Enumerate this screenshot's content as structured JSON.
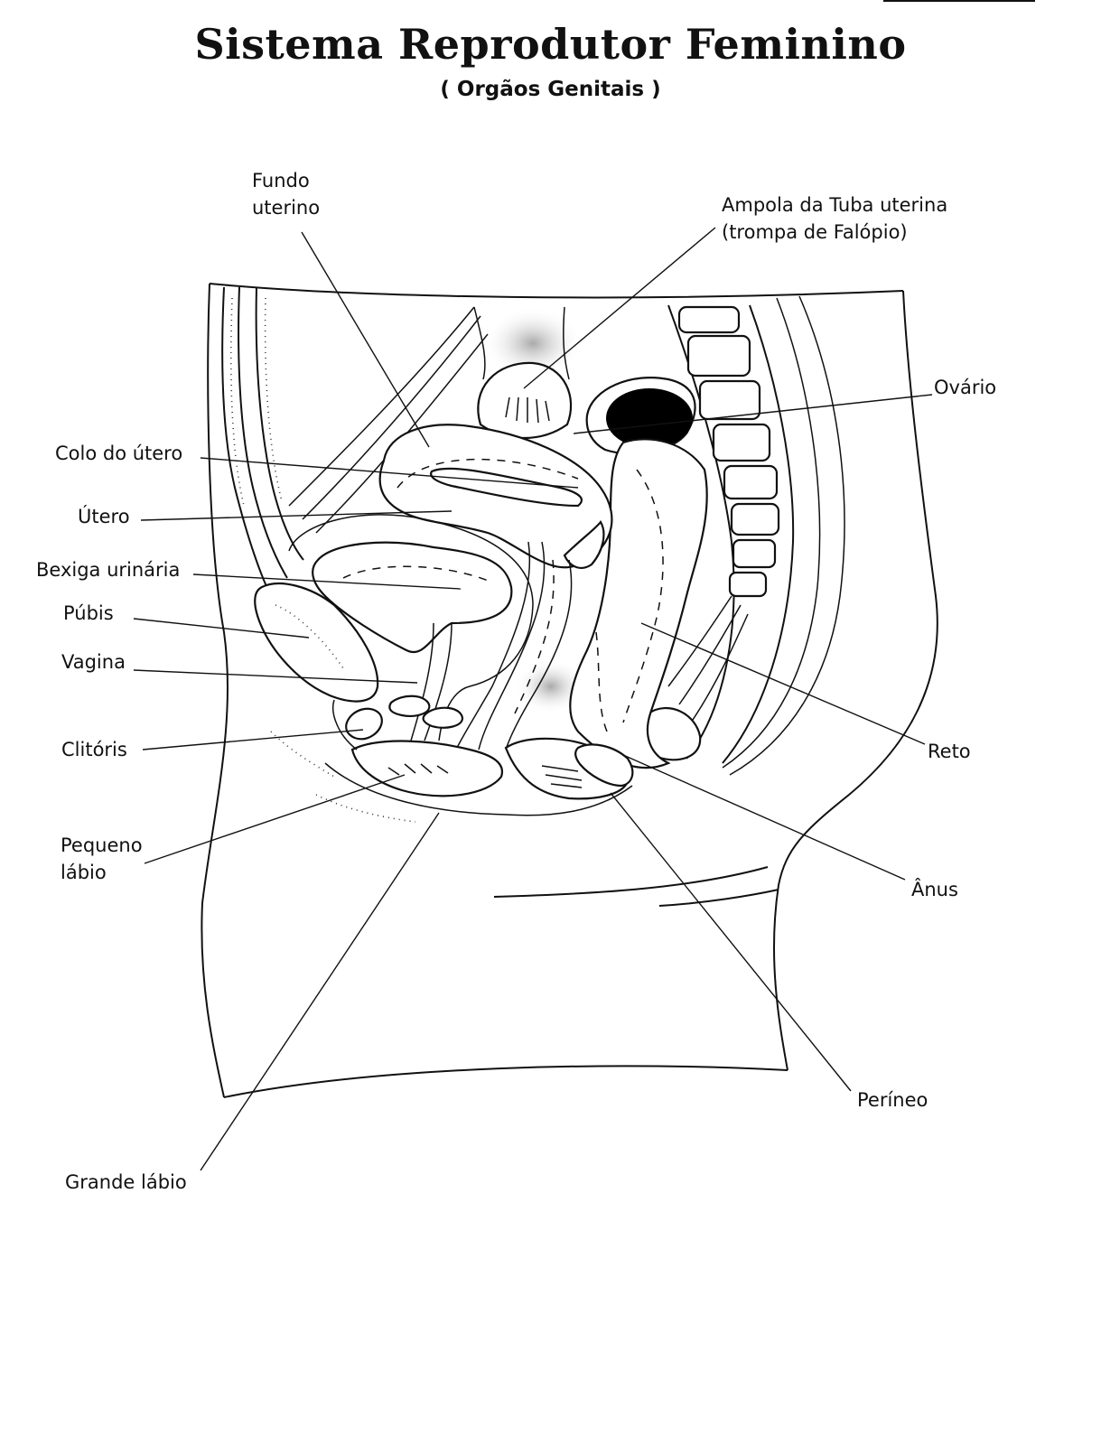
{
  "title": "Sistema Reprodutor Feminino",
  "subtitle": "( Orgãos Genitais )",
  "labels": {
    "fundo_uterino": [
      "Fundo",
      "uterino"
    ],
    "ampola": [
      "Ampola da Tuba uterina",
      "(trompa de Falópio)"
    ],
    "ovario": "Ovário",
    "colo_utero": "Colo do útero",
    "utero": "Útero",
    "bexiga": "Bexiga urinária",
    "pubis": "Púbis",
    "vagina": "Vagina",
    "reto": "Reto",
    "clitoris": "Clitóris",
    "pequeno_labio": [
      "Pequeno",
      "lábio"
    ],
    "anus": "Ânus",
    "perineo": "Períneo",
    "grande_labio": "Grande lábio"
  },
  "colors": {
    "ink": "#111111",
    "paper": "#ffffff",
    "ovary_fill": "#000000",
    "shade": "#bdbdbd"
  }
}
